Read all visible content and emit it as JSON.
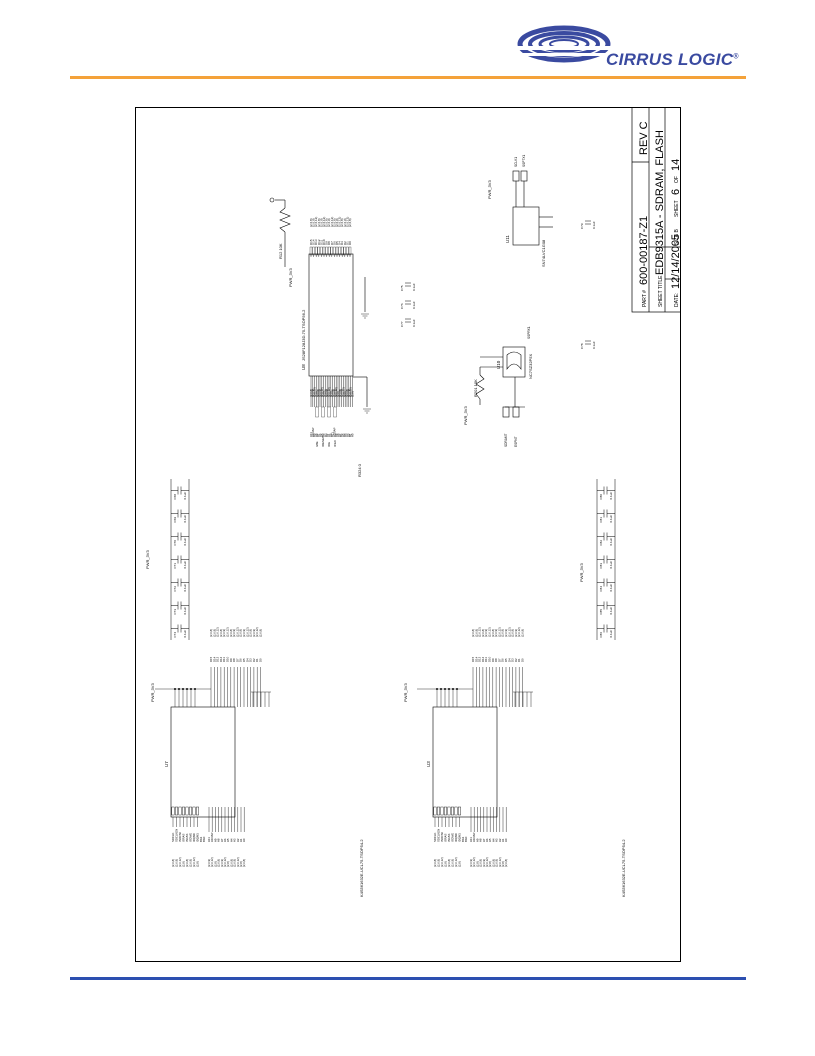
{
  "brand": {
    "name": "CIRRUS LOGIC",
    "reg": "®",
    "colors": {
      "logo": "#3a4aa0",
      "top_rule": "#f4a23a",
      "bottom_rule": "#2c4fb0"
    }
  },
  "title_block": {
    "part_label": "PART #",
    "part_number": "600-00187-Z1",
    "rev": "REV C",
    "sheet_title_label": "SHEET TITLE",
    "sheet_title": "EDB9315A - SDRAM, FLASH",
    "date_label": "DATE:",
    "date": "12/14/2005",
    "size_label": "SIZE B",
    "sheet_label": "SHEET",
    "sheet_number": "6",
    "sheet_of": "OF",
    "sheet_total": "14"
  },
  "parts": {
    "u7": {
      "ref": "U7",
      "part": "K4S561632E-UCL75-TSOP54-2",
      "power": "PWR_3V3"
    },
    "u3": {
      "ref": "U3",
      "part": "K4S561632E-UCL75-TSOP54-2",
      "power": "PWR_3V3"
    },
    "u8": {
      "ref": "U8",
      "part": "JS28F128J3D-75-TSOP56-2",
      "power": "PWR_3V3",
      "resistor": "R12 10K",
      "r_series": "R324 0"
    },
    "u10": {
      "ref": "U10",
      "part": "NC7SZ32P5X",
      "resistor": "R201 10K",
      "power": "PWR_3V3"
    },
    "u11": {
      "ref": "U11",
      "part": "SN74LVC1G08",
      "power": "PWR_3V3"
    },
    "caps_top": {
      "power": "PWR_3V3",
      "refs": [
        "C68",
        "C69",
        "C70",
        "C71",
        "C72",
        "C73",
        "C74"
      ],
      "value": "0.1uF"
    },
    "caps_bottom": {
      "power": "PWR_3V3",
      "refs": [
        "C80",
        "C81",
        "C82",
        "C83",
        "C84",
        "C85",
        "C86"
      ],
      "value": "0.1uF"
    },
    "caps_u8": {
      "refs": [
        "C75",
        "C76",
        "C77"
      ],
      "value": "0.1uF"
    },
    "caps_u10": {
      "refs": [
        "C78"
      ],
      "value": "0.1uF"
    },
    "caps_u11": {
      "refs": [
        "C79"
      ],
      "value": "0.1uF"
    }
  },
  "net_labels": {
    "sdram_ctrl": [
      "SDCLK",
      "SDCLKEN",
      "/SDCS0",
      "/SRAS",
      "/SCAS",
      "/SDWE",
      "/DQM0",
      "/DQM1"
    ],
    "sdram_bank": [
      "BA1",
      "BA0"
    ],
    "sdram_addr": [
      "A11",
      "A10/AP",
      "A9",
      "A8",
      "A7",
      "A6",
      "A5",
      "A4",
      "A3",
      "A2",
      "A1",
      "A0"
    ],
    "flash_sig": [
      "/WE",
      "/RESET",
      "/OE",
      "/CE0"
    ],
    "data": [
      "D15",
      "D14",
      "D13",
      "D12",
      "D11",
      "D10",
      "D9",
      "D8",
      "D7",
      "D6",
      "D5",
      "D4",
      "D3",
      "D2",
      "D1",
      "D0"
    ],
    "u10_nets": [
      "SDRAMT",
      "ESPNT",
      "SSPRX1"
    ],
    "u11_nets": [
      "SCLK1",
      "SSPTX1"
    ],
    "sheet_refs": [
      "(2,6,8)",
      "(2,6,9)",
      "(2,6,12)",
      "(2,8)",
      "(3,8,13)",
      "(3,6,13)",
      "(2,8,13)",
      "(2,6)"
    ]
  }
}
